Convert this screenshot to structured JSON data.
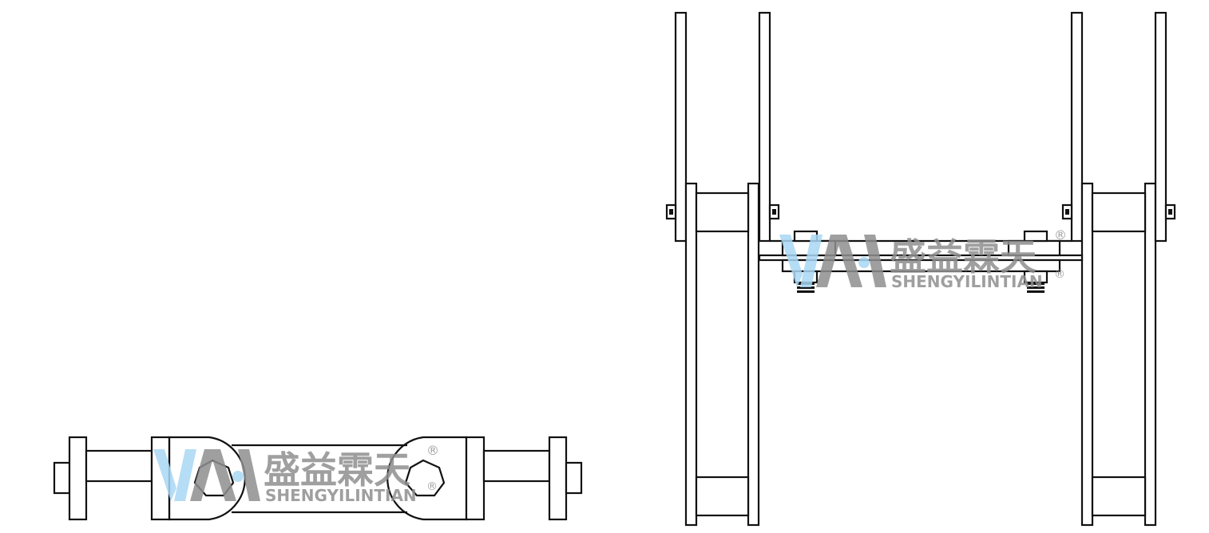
{
  "watermark": {
    "brand_cn": "盛益霖天",
    "brand_en": "SHENGYILINTIAN",
    "registered_mark": "®",
    "logo_colors": {
      "light_blue": "#a9d8f5",
      "gray": "#8f8f8f"
    }
  },
  "drawing": {
    "line_color": "#111111",
    "background": "#ffffff",
    "views": [
      "top-view-left",
      "front-view-right"
    ]
  }
}
